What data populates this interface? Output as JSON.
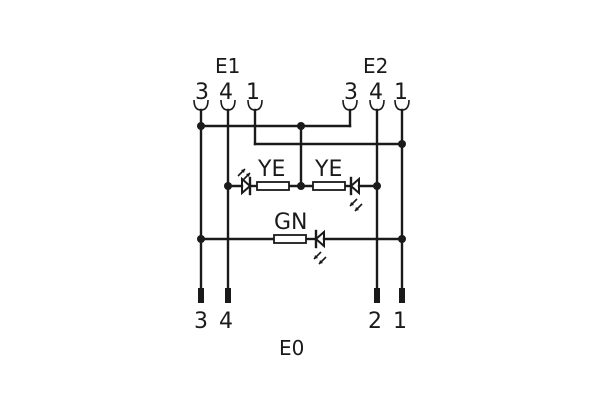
{
  "connectors": {
    "e1": {
      "title": "E1",
      "pins": [
        "3",
        "4",
        "1"
      ]
    },
    "e2": {
      "title": "E2",
      "pins": [
        "3",
        "4",
        "1"
      ]
    },
    "e0": {
      "title": "E0",
      "pins": [
        "3",
        "4",
        "2",
        "1"
      ]
    }
  },
  "leds": {
    "left_yellow": "YE",
    "right_yellow": "YE",
    "green": "GN"
  }
}
